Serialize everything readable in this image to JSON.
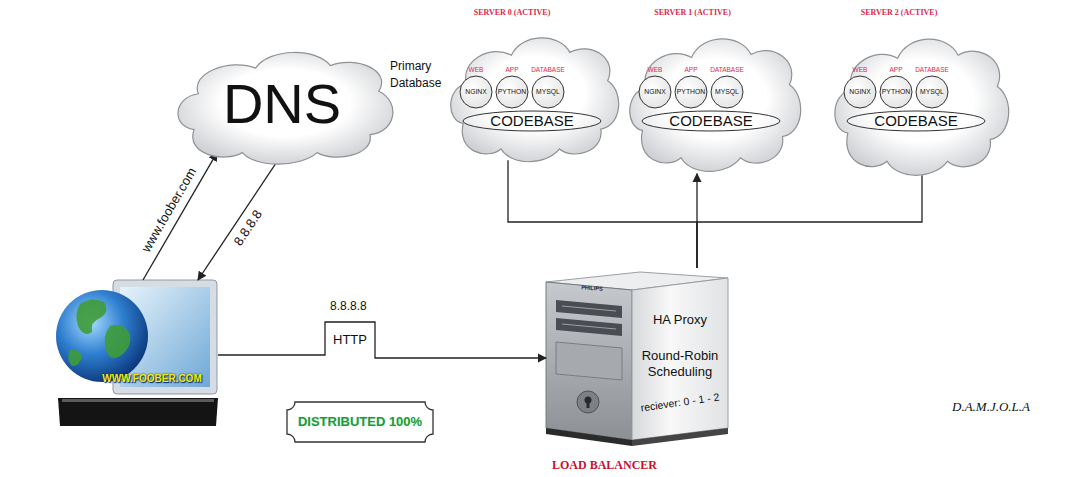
{
  "diagram": {
    "nodes": [
      {
        "text": [
          "SERVER 0 (ACTIVE)",
          "Primary Database"
        ]
      },
      {
        "text": [
          "WEB",
          "NGINX"
        ],
        "in": 0
      },
      {
        "text": [
          "APP",
          "PYTHON"
        ],
        "in": 0
      },
      {
        "text": [
          "DATABASE",
          "MYSQL"
        ],
        "in": 0
      },
      {
        "text": [
          "CODEBASE"
        ],
        "in": 0
      },
      {
        "text": [
          "SERVER 1 (ACTIVE)"
        ]
      },
      {
        "text": [
          "WEB",
          "NGINX"
        ],
        "in": 5
      },
      {
        "text": [
          "APP",
          "PYTHON"
        ],
        "in": 5
      },
      {
        "text": [
          "DATABASE",
          "MYSQL"
        ],
        "in": 5
      },
      {
        "text": [
          "CODEBASE"
        ],
        "in": 5
      },
      {
        "text": [
          "SERVER 2 (ACTIVE)"
        ]
      },
      {
        "text": [
          "WEB",
          "NGINX"
        ],
        "in": 10
      },
      {
        "text": [
          "APP",
          "PYTHON"
        ],
        "in": 10
      },
      {
        "text": [
          "DATABASE",
          "MYSQL"
        ],
        "in": 10
      },
      {
        "text": [
          "CODEBASE"
        ],
        "in": 10
      },
      {
        "text": [
          "DNS"
        ]
      },
      {
        "text": [
          "WWW.FOOBER.COM"
        ]
      },
      {
        "text": [
          "DISTRIBUTED 100%"
        ]
      },
      {
        "text": [
          "PHILIPS",
          "HA Proxy",
          "Round-Robin Scheduling",
          "reciever: 0 - 1 - 2",
          "LOAD BALANCER"
        ]
      }
    ],
    "edges": [
      {
        "from": 16,
        "to": 15,
        "label": "www.foober.com",
        "arrow": "to"
      },
      {
        "from": 15,
        "to": 16,
        "label": "8.8.8.8",
        "arrow": "to"
      },
      {
        "from": 16,
        "to": 18,
        "label": "HTTP",
        "arrow": "to"
      },
      {
        "from": 18,
        "to": 5,
        "arrow": "to"
      },
      {
        "from": 18,
        "to": 0,
        "arrow": "none"
      },
      {
        "from": 18,
        "to": 10,
        "arrow": "none"
      }
    ],
    "labels": [
      "8.8.8.8",
      "D.A.M.J.O.L.A"
    ]
  }
}
